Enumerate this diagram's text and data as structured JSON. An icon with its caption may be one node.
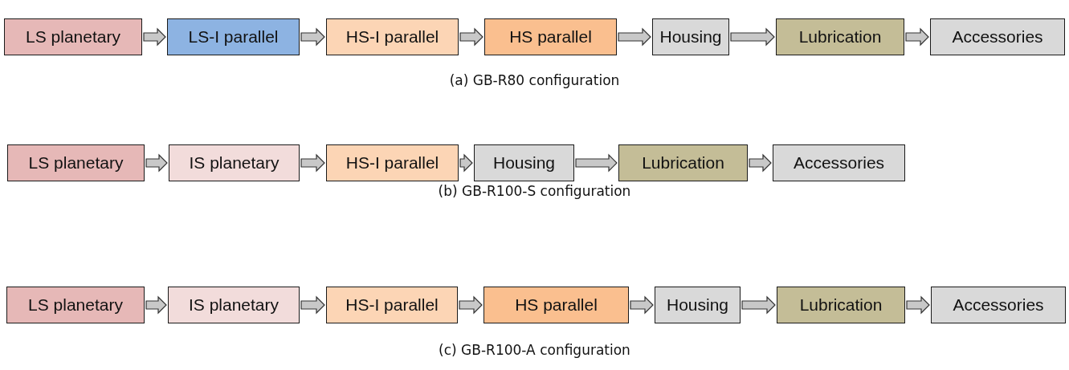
{
  "diagram": {
    "nodes": [
      {
        "text": [
          "LS planetary"
        ]
      },
      {
        "text": [
          "LS-I parallel"
        ]
      },
      {
        "text": [
          "HS-I parallel"
        ]
      },
      {
        "text": [
          "HS parallel"
        ]
      },
      {
        "text": [
          "Housing"
        ]
      },
      {
        "text": [
          "Lubrication"
        ]
      },
      {
        "text": [
          "Accessories"
        ]
      },
      {
        "text": [
          "LS planetary"
        ]
      },
      {
        "text": [
          "IS planetary"
        ]
      },
      {
        "text": [
          "HS-I parallel"
        ]
      },
      {
        "text": [
          "Housing"
        ]
      },
      {
        "text": [
          "Lubrication"
        ]
      },
      {
        "text": [
          "Accessories"
        ]
      },
      {
        "text": [
          "LS planetary"
        ]
      },
      {
        "text": [
          "IS planetary"
        ]
      },
      {
        "text": [
          "HS-I parallel"
        ]
      },
      {
        "text": [
          "HS parallel"
        ]
      },
      {
        "text": [
          "Housing"
        ]
      },
      {
        "text": [
          "Lubrication"
        ]
      },
      {
        "text": [
          "Accessories"
        ]
      }
    ],
    "edges": [
      {
        "from": 0,
        "to": 1,
        "arrow": "to"
      },
      {
        "from": 1,
        "to": 2,
        "arrow": "to"
      },
      {
        "from": 2,
        "to": 3,
        "arrow": "to"
      },
      {
        "from": 3,
        "to": 4,
        "arrow": "to"
      },
      {
        "from": 4,
        "to": 5,
        "arrow": "to"
      },
      {
        "from": 5,
        "to": 6,
        "arrow": "to"
      },
      {
        "from": 7,
        "to": 8,
        "arrow": "to"
      },
      {
        "from": 8,
        "to": 9,
        "arrow": "to"
      },
      {
        "from": 9,
        "to": 10,
        "arrow": "to"
      },
      {
        "from": 10,
        "to": 11,
        "arrow": "to"
      },
      {
        "from": 11,
        "to": 12,
        "arrow": "to"
      },
      {
        "from": 13,
        "to": 14,
        "arrow": "to"
      },
      {
        "from": 14,
        "to": 15,
        "arrow": "to"
      },
      {
        "from": 15,
        "to": 16,
        "arrow": "to"
      },
      {
        "from": 16,
        "to": 17,
        "arrow": "to"
      },
      {
        "from": 17,
        "to": 18,
        "arrow": "to"
      },
      {
        "from": 18,
        "to": 19,
        "arrow": "to"
      }
    ],
    "labels": [
      "(a)  GB-R80 configuration",
      "(b)  GB-R100-S configuration",
      "(c)  GB-R100-A configuration"
    ]
  }
}
